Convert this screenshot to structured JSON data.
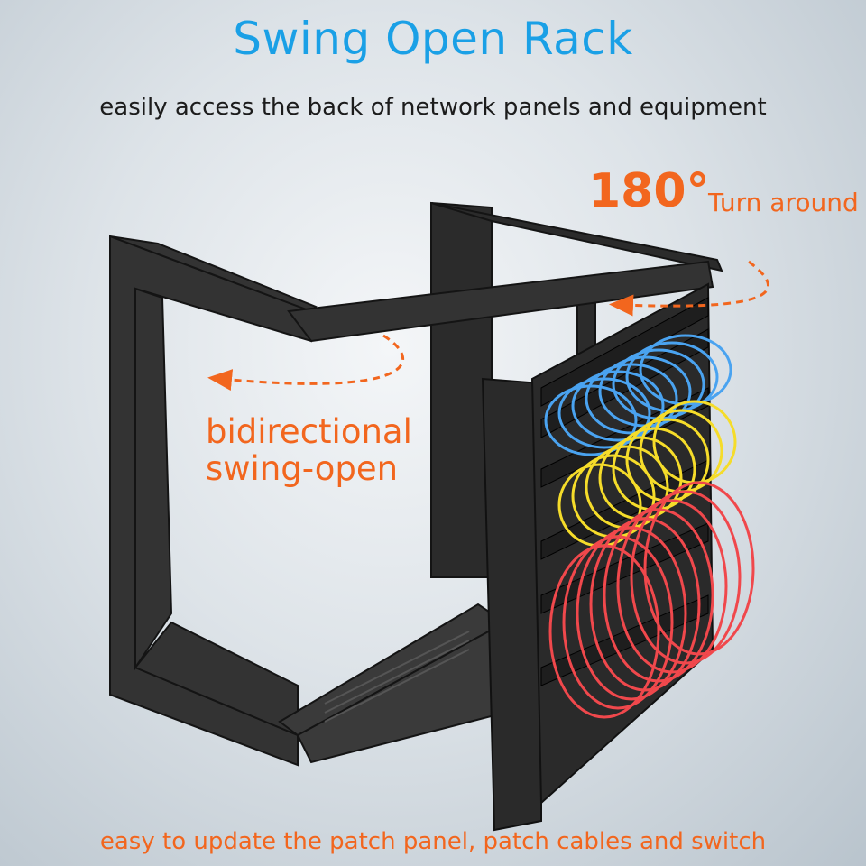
{
  "header": {
    "title": "Swing Open Rack",
    "subtitle": "easily access the back of network panels and equipment"
  },
  "callouts": {
    "rotation": "180°",
    "rotation_label": "Turn around",
    "swing_line1": "bidirectional",
    "swing_line2": "swing-open"
  },
  "footer": {
    "caption": "easy to update the patch panel, patch cables and switch"
  },
  "colors": {
    "title": "#1aa0e6",
    "accent": "#f2661e",
    "cable_blue": "#4aa3f0",
    "cable_yellow": "#f5dc2a",
    "cable_red": "#f0484c"
  },
  "icons": [
    "arrow-curved-left-icon",
    "arrow-curved-left-icon"
  ]
}
